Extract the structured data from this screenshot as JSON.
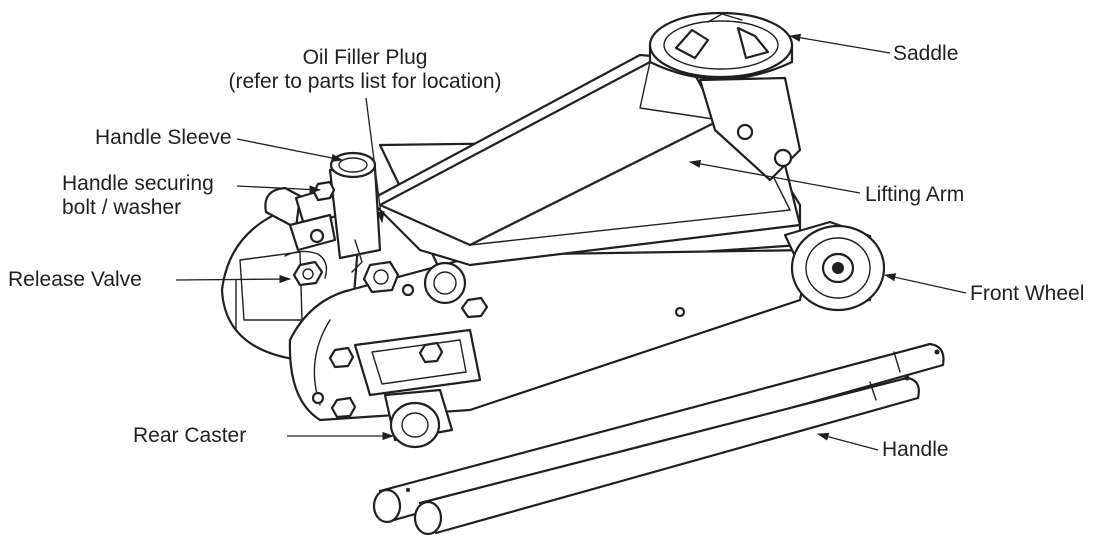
{
  "labels": {
    "oil_filler_plug": "Oil Filler Plug",
    "oil_filler_note": "(refer to parts list for location)",
    "handle_sleeve": "Handle Sleeve",
    "handle_securing_1": "Handle securing",
    "handle_securing_2": "bolt / washer",
    "release_valve": "Release Valve",
    "rear_caster": "Rear Caster",
    "saddle": "Saddle",
    "lifting_arm": "Lifting Arm",
    "front_wheel": "Front Wheel",
    "handle": "Handle"
  },
  "colors": {
    "ink": "#231f20",
    "background": "#ffffff"
  }
}
